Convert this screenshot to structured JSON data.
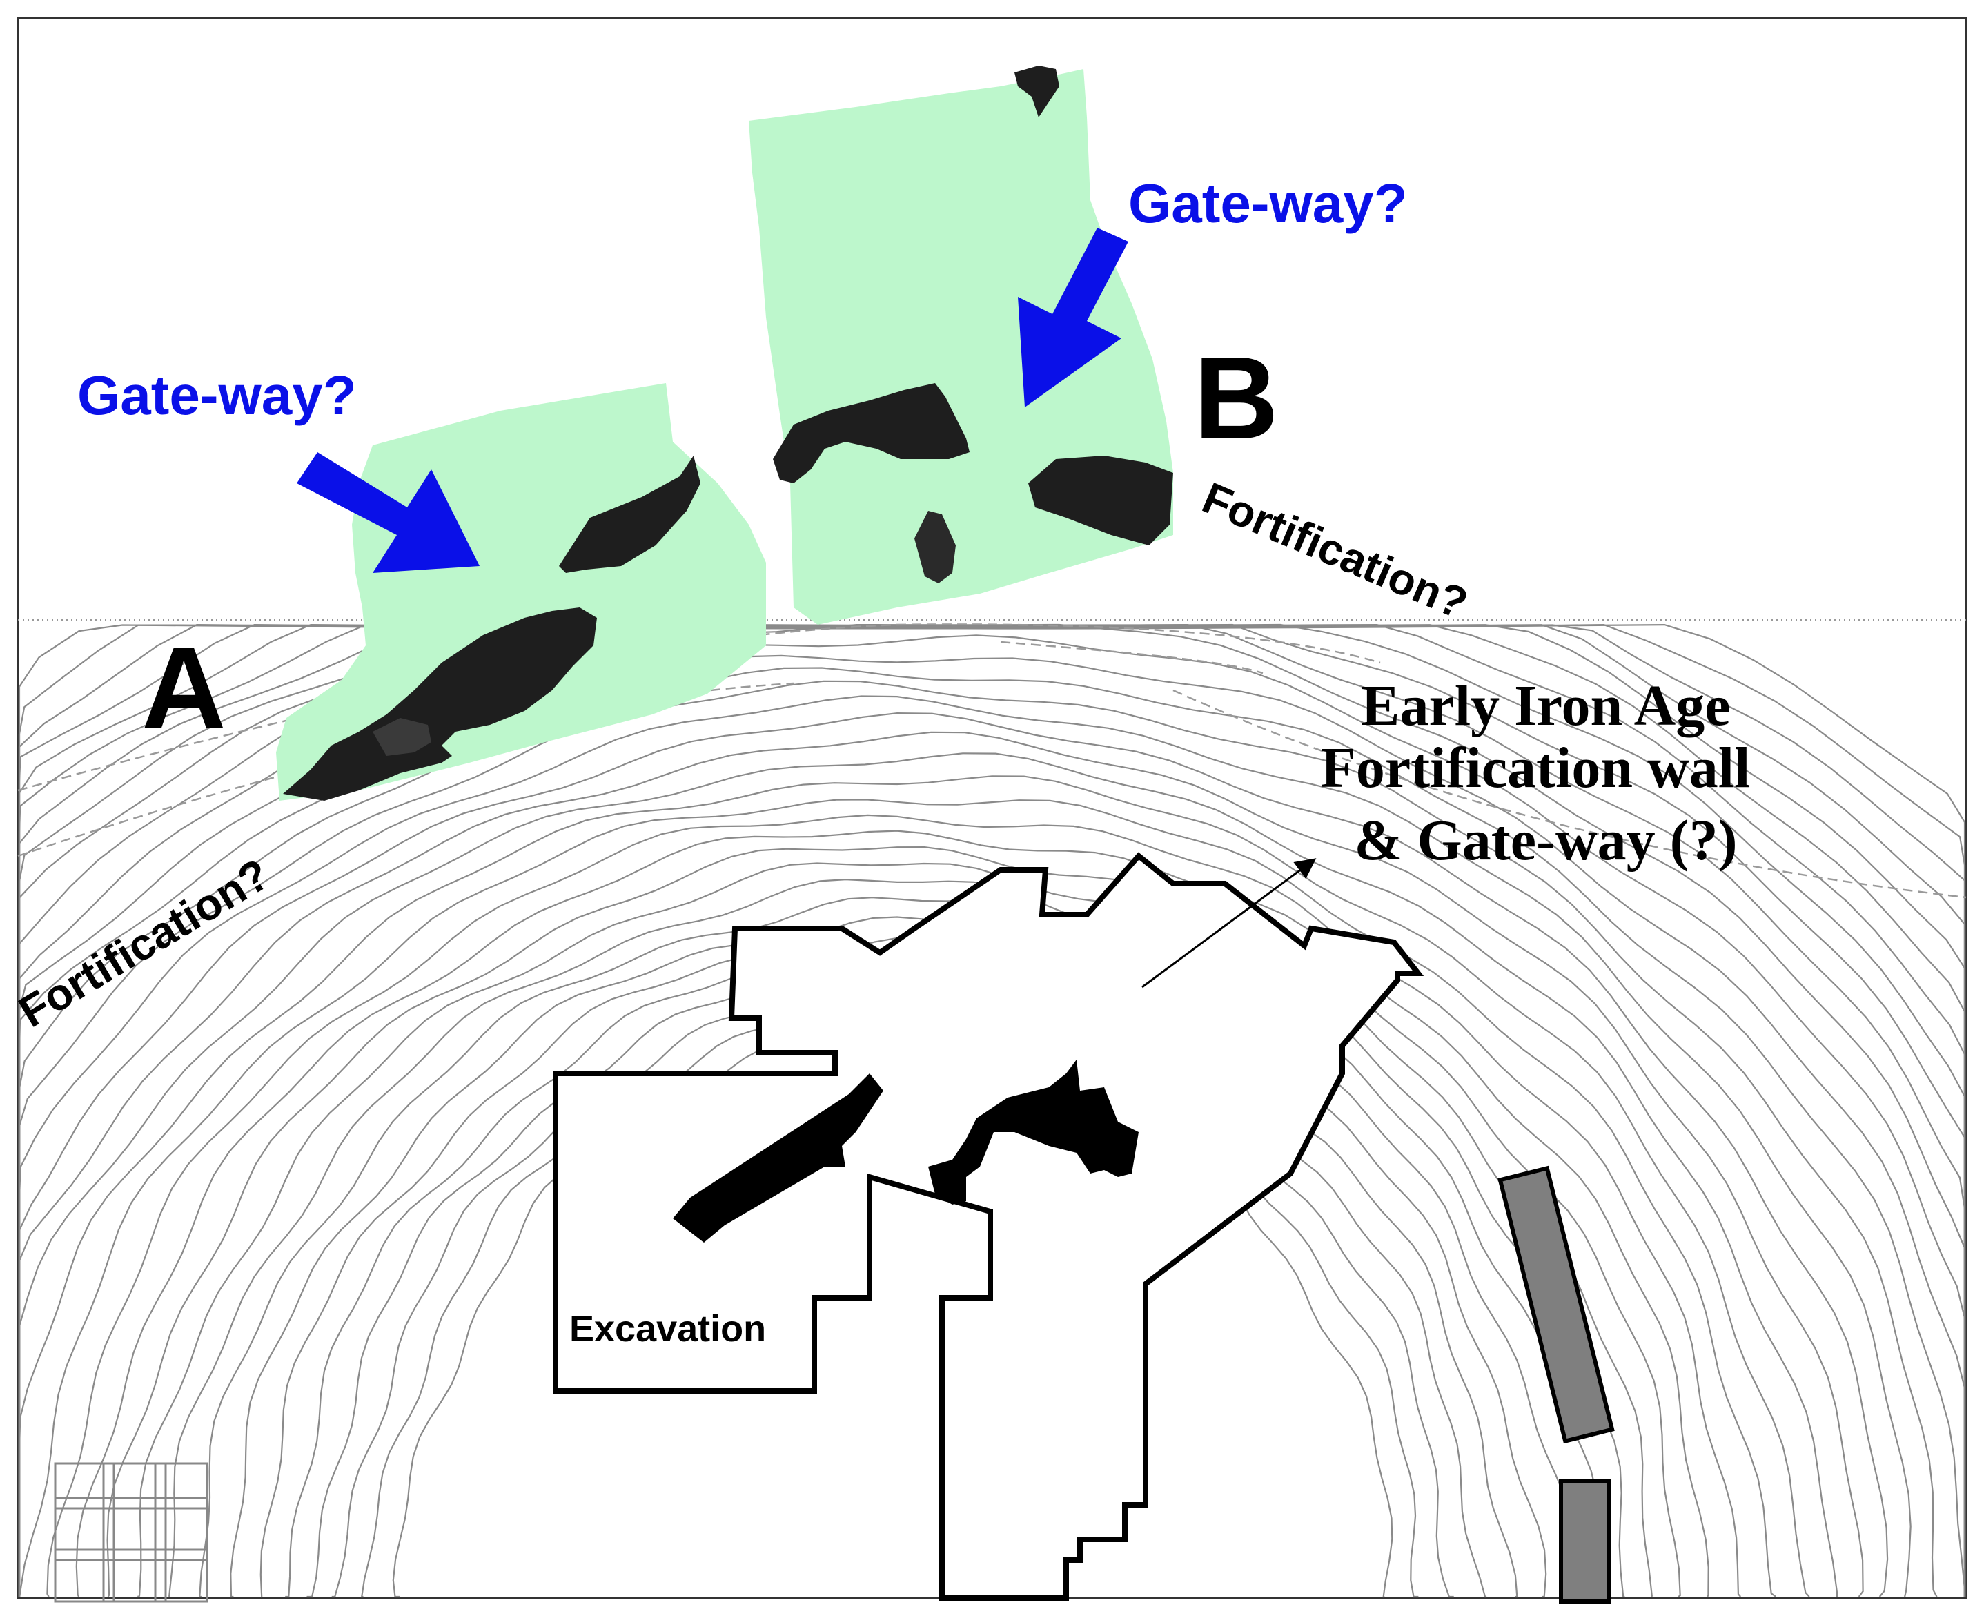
{
  "labels": {
    "area_a": "A",
    "area_b": "B",
    "gateway_a": "Gate-way?",
    "gateway_b": "Gate-way?",
    "fortification_left": "Fortification?",
    "fortification_right": "Fortification?",
    "callout_line1": "Early Iron Age",
    "callout_line2": "Fortification wall",
    "callout_line3": "& Gate-way (?)",
    "excavation": "Excavation"
  },
  "colors": {
    "survey_area": "#bdf7cc",
    "anomaly": "#1e1e1e",
    "gateway_arrow": "#0a10e8",
    "gateway_text": "#0a10e8",
    "contour": "#8a8a8a",
    "excavation_outline": "#000000",
    "structure": "#7f7f7f"
  },
  "icons": {
    "gateway_arrow_a": "arrow-down-right-icon",
    "gateway_arrow_b": "arrow-down-left-icon",
    "callout_arrow": "arrow-up-right-icon"
  }
}
